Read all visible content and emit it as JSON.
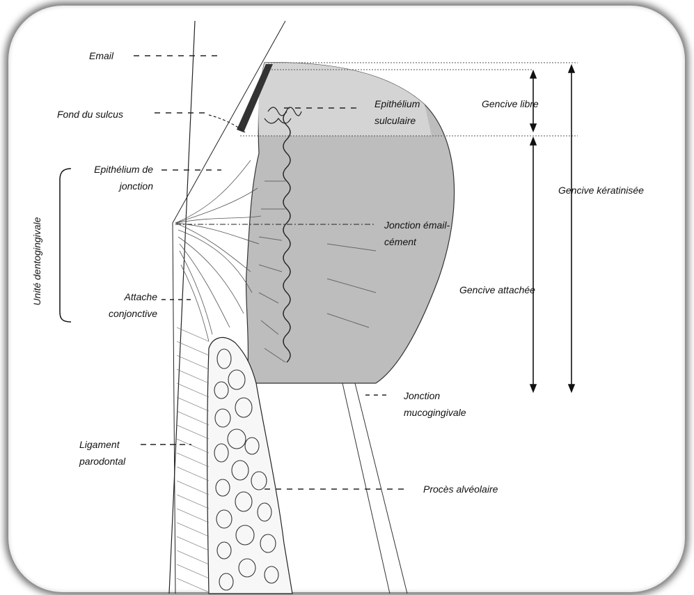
{
  "labels": {
    "email": "Email",
    "fond_du_sulcus": "Fond du sulcus",
    "epithelium_de_jonction": [
      "Epithélium de",
      "jonction"
    ],
    "unite_dentogingivale": "Unité dentogingivale",
    "attache_conjonctive": [
      "Attache",
      "conjonctive"
    ],
    "ligament_parodontal": [
      "Ligament",
      "parodontal"
    ],
    "epithelium_sulculaire": [
      "Epithélium",
      "sulculaire"
    ],
    "gencive_libre": "Gencive libre",
    "gencive_keratinisee": "Gencive kératinisée",
    "jonction_email_cement": [
      "Jonction émail-",
      "cément"
    ],
    "gencive_attachee": "Gencive attachée",
    "jonction_mucogingivale": [
      "Jonction",
      "mucogingivale"
    ],
    "proces_alveolaire": "Procès alvéolaire"
  },
  "colors": {
    "frame_shadow": "#000000",
    "gingiva_dark": "#b9b9b9",
    "gingiva_light": "#d9d9d9",
    "line": "#222222",
    "enamel": "#333333"
  }
}
